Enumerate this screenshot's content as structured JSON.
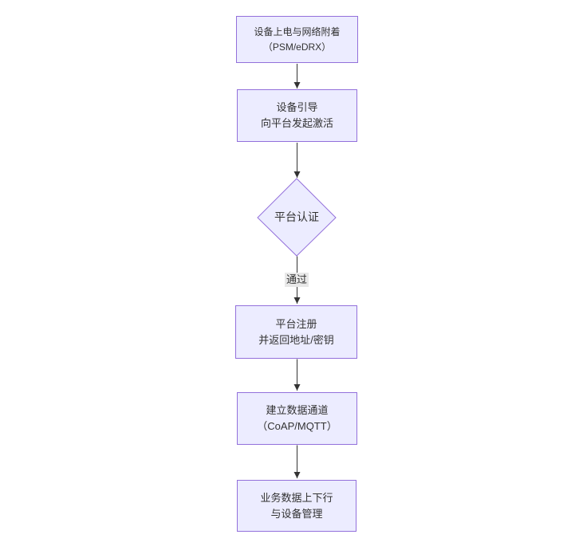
{
  "diagram": {
    "type": "flowchart",
    "direction": "top-down",
    "nodes": [
      {
        "id": "power_attach",
        "shape": "rect",
        "lines": [
          "设备上电与网络附着",
          "（PSM/eDRX）"
        ]
      },
      {
        "id": "bootstrap",
        "shape": "rect",
        "lines": [
          "设备引导",
          "向平台发起激活"
        ]
      },
      {
        "id": "platform_auth",
        "shape": "diamond",
        "lines": [
          "平台认证"
        ]
      },
      {
        "id": "register",
        "shape": "rect",
        "lines": [
          "平台注册",
          "并返回地址/密钥"
        ]
      },
      {
        "id": "data_channel",
        "shape": "rect",
        "lines": [
          "建立数据通道",
          "（CoAP/MQTT）"
        ]
      },
      {
        "id": "business_data",
        "shape": "rect",
        "lines": [
          "业务数据上下行",
          "与设备管理"
        ]
      }
    ],
    "edges": [
      {
        "from": "power_attach",
        "to": "bootstrap",
        "label": ""
      },
      {
        "from": "bootstrap",
        "to": "platform_auth",
        "label": ""
      },
      {
        "from": "platform_auth",
        "to": "register",
        "label": "通过"
      },
      {
        "from": "register",
        "to": "data_channel",
        "label": ""
      },
      {
        "from": "data_channel",
        "to": "business_data",
        "label": ""
      }
    ],
    "colors": {
      "node_fill": "#ECECFF",
      "node_border": "#9370DB",
      "text": "#333333",
      "edge": "#333333",
      "edge_label_bg": "#e8e8e8",
      "background": "#ffffff"
    }
  }
}
